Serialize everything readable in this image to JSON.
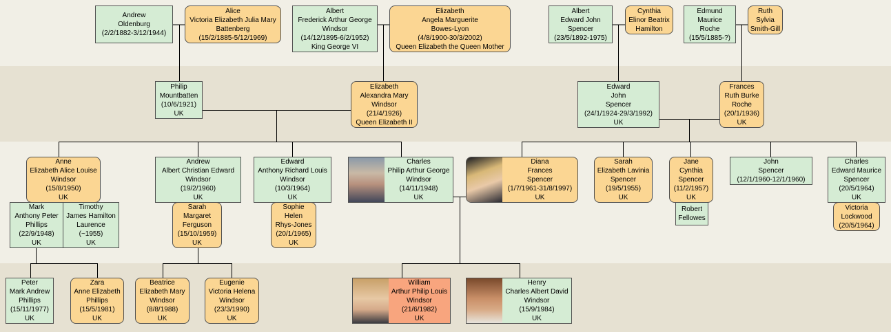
{
  "people": {
    "andrew_o": [
      "Andrew",
      "Oldenburg",
      "(2/2/1882-3/12/1944)"
    ],
    "alice": [
      "Alice",
      "Victoria Elizabeth Julia Mary",
      "Battenberg",
      "(15/2/1885-5/12/1969)"
    ],
    "albert": [
      "Albert",
      "Frederick Arthur George",
      "Windsor",
      "(14/12/1895-6/2/1952)",
      "King George VI"
    ],
    "elizabeth_bl": [
      "Elizabeth",
      "Angela Marguerite",
      "Bowes-Lyon",
      "(4/8/1900-30/3/2002)",
      "Queen Elizabeth the Queen Mother"
    ],
    "albert_s": [
      "Albert",
      "Edward John",
      "Spencer",
      "(23/5/1892-1975)"
    ],
    "cynthia": [
      "Cynthia",
      "Elinor Beatrix",
      "Hamilton"
    ],
    "edmund": [
      "Edmund",
      "Maurice",
      "Roche",
      "(15/5/1885-?)"
    ],
    "ruth": [
      "Ruth",
      "Sylvia",
      "Smith-Gill"
    ],
    "philip": [
      "Philip",
      "Mountbatten",
      "(10/6/1921)",
      "UK"
    ],
    "elizabeth_ii": [
      "Elizabeth",
      "Alexandra Mary",
      "Windsor",
      "(21/4/1926)",
      "Queen Elizabeth II"
    ],
    "edward_js": [
      "Edward",
      "John",
      "Spencer",
      "(24/1/1924-29/3/1992)",
      "UK"
    ],
    "frances": [
      "Frances",
      "Ruth Burke",
      "Roche",
      "(20/1/1936)",
      "UK"
    ],
    "anne": [
      "Anne",
      "Elizabeth Alice Louise",
      "Windsor",
      "(15/8/1950)",
      "UK"
    ],
    "andrew_w": [
      "Andrew",
      "Albert Christian Edward",
      "Windsor",
      "(19/2/1960)",
      "UK"
    ],
    "edward_w": [
      "Edward",
      "Anthony Richard Louis",
      "Windsor",
      "(10/3/1964)",
      "UK"
    ],
    "charles": [
      "Charles",
      "Philip Arthur George",
      "Windsor",
      "(14/11/1948)",
      "UK"
    ],
    "diana": [
      "Diana",
      "Frances",
      "Spencer",
      "(1/7/1961-31/8/1997)",
      "UK"
    ],
    "sarah_s": [
      "Sarah",
      "Elizabeth Lavinia",
      "Spencer",
      "(19/5/1955)",
      "UK"
    ],
    "jane": [
      "Jane",
      "Cynthia",
      "Spencer",
      "(11/2/1957)",
      "UK"
    ],
    "john": [
      "John",
      "Spencer",
      "(12/1/1960-12/1/1960)"
    ],
    "charles_s": [
      "Charles",
      "Edward Maurice",
      "Spencer",
      "(20/5/1964)",
      "UK"
    ],
    "mark": [
      "Mark",
      "Anthony Peter",
      "Phillips",
      "(22/9/1948)",
      "UK"
    ],
    "timothy": [
      "Timothy",
      "James Hamilton",
      "Laurence",
      "(~1955)",
      "UK"
    ],
    "sarah_f": [
      "Sarah",
      "Margaret",
      "Ferguson",
      "(15/10/1959)",
      "UK"
    ],
    "sophie": [
      "Sophie",
      "Helen",
      "Rhys-Jones",
      "(20/1/1965)",
      "UK"
    ],
    "robert": [
      "Robert",
      "Fellowes"
    ],
    "victoria": [
      "Victoria",
      "Lockwood",
      "(20/5/1964)"
    ],
    "peter": [
      "Peter",
      "Mark Andrew",
      "Phillips",
      "(15/11/1977)",
      "UK"
    ],
    "zara": [
      "Zara",
      "Anne Elizabeth",
      "Phillips",
      "(15/5/1981)",
      "UK"
    ],
    "beatrice": [
      "Beatrice",
      "Elizabeth Mary",
      "Windsor",
      "(8/8/1988)",
      "UK"
    ],
    "eugenie": [
      "Eugenie",
      "Victoria Helena",
      "Windsor",
      "(23/3/1990)",
      "UK"
    ],
    "william": [
      "William",
      "Arthur Philip Louis",
      "Windsor",
      "(21/6/1982)",
      "UK"
    ],
    "henry": [
      "Henry",
      "Charles Albert David",
      "Windsor",
      "(15/9/1984)",
      "UK"
    ]
  },
  "colors": {
    "male": "#d5ecd4",
    "female": "#fbd693",
    "selected": "#f8a57e",
    "line": "#000000",
    "band_light": "#f1efe6",
    "band_dark": "#e6e1d2"
  }
}
